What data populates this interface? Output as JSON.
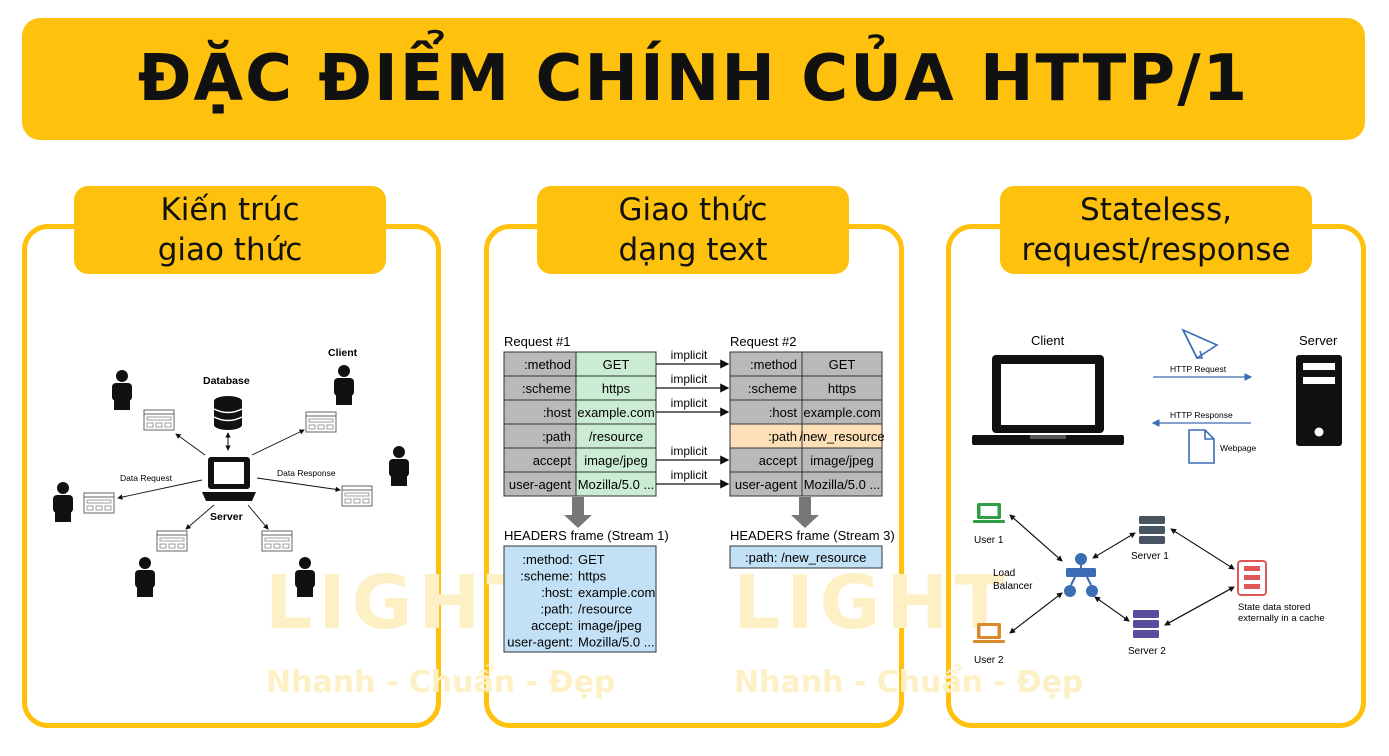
{
  "title": "ĐẶC ĐIỂM CHÍNH CỦA HTTP/1",
  "watermark": {
    "brand": "LIGHT",
    "slogan": "Nhanh - Chuẩn - Đẹp"
  },
  "colors": {
    "accent": "#fdc10e",
    "table_green": "#c9ecd3",
    "table_gray": "#b9b9b9",
    "table_highlight": "#fde0b8",
    "headers_blue": "#c3e1f6"
  },
  "panels": [
    {
      "tab": "Kiến trúc\ngiao thức",
      "diagram": {
        "client_label": "Client",
        "database_label": "Database",
        "server_label": "Server",
        "request_label": "Data Request",
        "response_label": "Data Response"
      }
    },
    {
      "tab": "Giao thức\ndạng text",
      "request1": {
        "title": "Request #1",
        "rows": [
          {
            "key": ":method",
            "value": "GET"
          },
          {
            "key": ":scheme",
            "value": "https"
          },
          {
            "key": ":host",
            "value": "example.com"
          },
          {
            "key": ":path",
            "value": "/resource"
          },
          {
            "key": "accept",
            "value": "image/jpeg"
          },
          {
            "key": "user-agent",
            "value": "Mozilla/5.0 ..."
          }
        ]
      },
      "request2": {
        "title": "Request #2",
        "rows": [
          {
            "key": ":method",
            "value": "GET"
          },
          {
            "key": ":scheme",
            "value": "https"
          },
          {
            "key": ":host",
            "value": "example.com"
          },
          {
            "key": ":path",
            "value": "/new_resource"
          },
          {
            "key": "accept",
            "value": "image/jpeg"
          },
          {
            "key": "user-agent",
            "value": "Mozilla/5.0 ..."
          }
        ]
      },
      "implicit_label": "implicit",
      "headers1": {
        "title": "HEADERS frame (Stream 1)",
        "rows": [
          {
            "key": ":method:",
            "value": "GET"
          },
          {
            "key": ":scheme:",
            "value": "https"
          },
          {
            "key": ":host:",
            "value": "example.com"
          },
          {
            "key": ":path:",
            "value": "/resource"
          },
          {
            "key": "accept:",
            "value": "image/jpeg"
          },
          {
            "key": "user-agent:",
            "value": "Mozilla/5.0 ..."
          }
        ]
      },
      "headers3": {
        "title": "HEADERS frame (Stream 3)",
        "row": ":path:  /new_resource"
      }
    },
    {
      "tab": "Stateless,\nrequest/response",
      "top": {
        "client": "Client",
        "server": "Server",
        "http_request": "HTTP Request",
        "http_response": "HTTP Response",
        "webpage": "Webpage"
      },
      "bottom": {
        "user1": "User 1",
        "user2": "User 2",
        "load_balancer": "Load\nBalancer",
        "server1": "Server 1",
        "server2": "Server 2",
        "cache": "State data stored\nexternally in a cache"
      }
    }
  ]
}
